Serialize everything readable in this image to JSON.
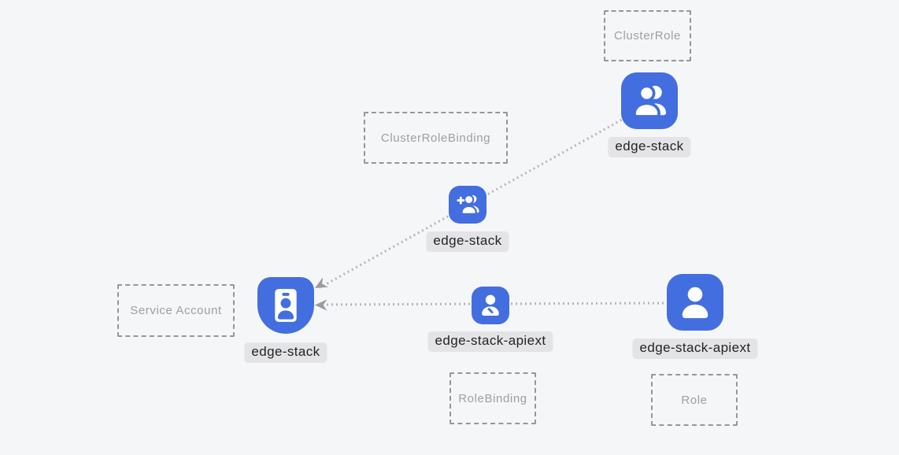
{
  "canvas": {
    "background_color": "#f5f6f7",
    "accent_blue": "#436ee0",
    "chip_background": "#e4e4e6",
    "dashed_border_color": "#969696",
    "type_text_color": "#9aa0a4",
    "dotted_line_color": "#b5b5b5",
    "arrowhead_color": "#9b9b9b"
  },
  "nodes": {
    "clusterrole": {
      "type_label": "ClusterRole",
      "name": "edge-stack",
      "icon": "users-icon"
    },
    "clusterrolebinding": {
      "type_label": "ClusterRoleBinding",
      "name": "edge-stack",
      "icon": "user-plus-icon"
    },
    "serviceaccount": {
      "type_label": "Service Account",
      "name": "edge-stack",
      "icon": "id-badge-icon"
    },
    "rolebinding": {
      "type_label": "RoleBinding",
      "name": "edge-stack-apiext",
      "icon": "user-edit-icon"
    },
    "role": {
      "type_label": "Role",
      "name": "edge-stack-apiext",
      "icon": "user-icon"
    }
  },
  "edges": [
    {
      "from": "clusterrole",
      "through": "clusterrolebinding",
      "to": "serviceaccount",
      "style": "dotted",
      "arrow_at": "to"
    },
    {
      "from": "role",
      "through": "rolebinding",
      "to": "serviceaccount",
      "style": "dotted",
      "arrow_at": "to"
    }
  ]
}
